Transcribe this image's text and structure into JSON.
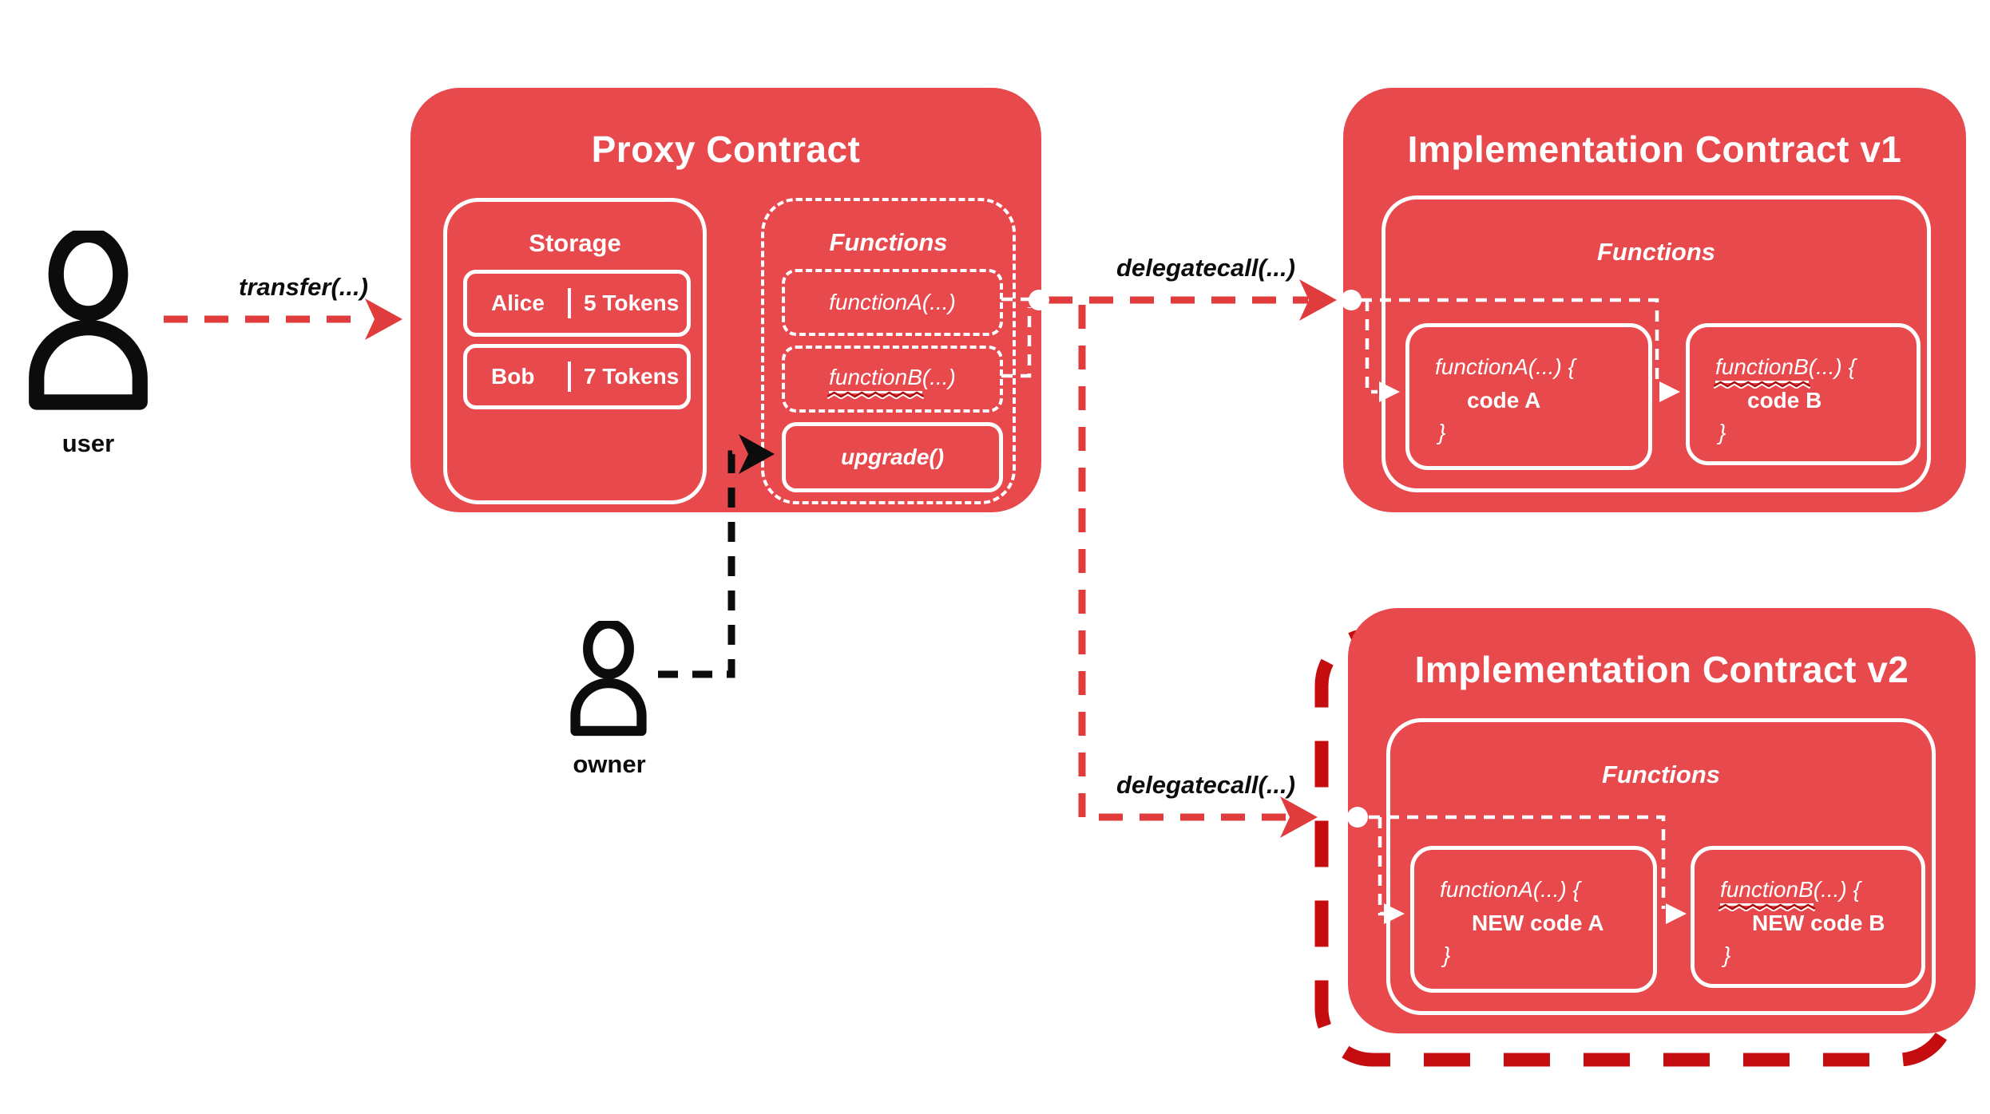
{
  "colors": {
    "box_red": "#E8494C",
    "arrow_red": "#E03C3E",
    "highlight_dark_red": "#C50D10",
    "squiggle_red": "#AD0C0C",
    "text_black": "#0C0C0C",
    "white": "#FFFFFF"
  },
  "actors": {
    "user": {
      "label": "user"
    },
    "owner": {
      "label": "owner"
    }
  },
  "arrows": {
    "transfer_label": "transfer(...)",
    "delegatecall_v1_label": "delegatecall(...)",
    "delegatecall_v2_label": "delegatecall(...)"
  },
  "proxy": {
    "title": "Proxy Contract",
    "storage": {
      "title": "Storage",
      "rows": [
        {
          "name": "Alice",
          "value": "5 Tokens"
        },
        {
          "name": "Bob",
          "value": "7 Tokens"
        }
      ]
    },
    "functions": {
      "title": "Functions",
      "function_a": {
        "name": "functionA",
        "suffix": "(...)"
      },
      "function_b": {
        "name": "functionB",
        "suffix": "(...)"
      },
      "upgrade": {
        "label": "upgrade()"
      }
    }
  },
  "impl_v1": {
    "title": "Implementation Contract v1",
    "functions": {
      "title": "Functions",
      "function_a": {
        "name": "functionA",
        "suffix": "(...) {",
        "body": "code A",
        "close": "}"
      },
      "function_b": {
        "name": "functionB",
        "suffix": "(...) {",
        "body": "code B",
        "close": "}"
      }
    }
  },
  "impl_v2": {
    "title": "Implementation Contract v2",
    "functions": {
      "title": "Functions",
      "function_a": {
        "name": "functionA",
        "suffix": "(...) {",
        "body": "NEW code A",
        "close": "}"
      },
      "function_b": {
        "name": "functionB",
        "suffix": "(...) {",
        "body": "NEW code B",
        "close": "}"
      }
    }
  }
}
